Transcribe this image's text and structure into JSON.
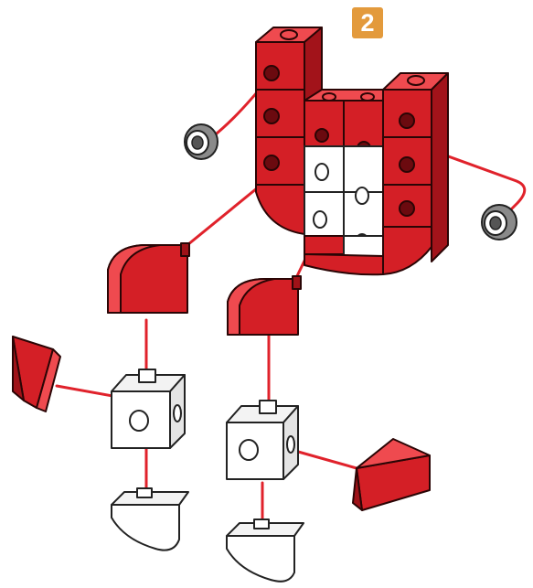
{
  "step": {
    "number": "2",
    "badge_color": "#e39a3c"
  },
  "colors": {
    "brick_red": "#d41f26",
    "brick_red_dark": "#9f1218",
    "brick_white": "#ffffff",
    "connector_line": "#e0222b"
  },
  "parts": [
    {
      "name": "base-assembly",
      "color": "red-and-white"
    },
    {
      "name": "round-peg",
      "color": "gray",
      "count": 2
    },
    {
      "name": "curved-slope-brick",
      "color": "red",
      "count": 2
    },
    {
      "name": "cube-brick",
      "color": "white",
      "count": 2
    },
    {
      "name": "quarter-round-brick",
      "color": "white",
      "count": 2
    },
    {
      "name": "wedge-brick",
      "color": "red",
      "count": 2
    }
  ]
}
